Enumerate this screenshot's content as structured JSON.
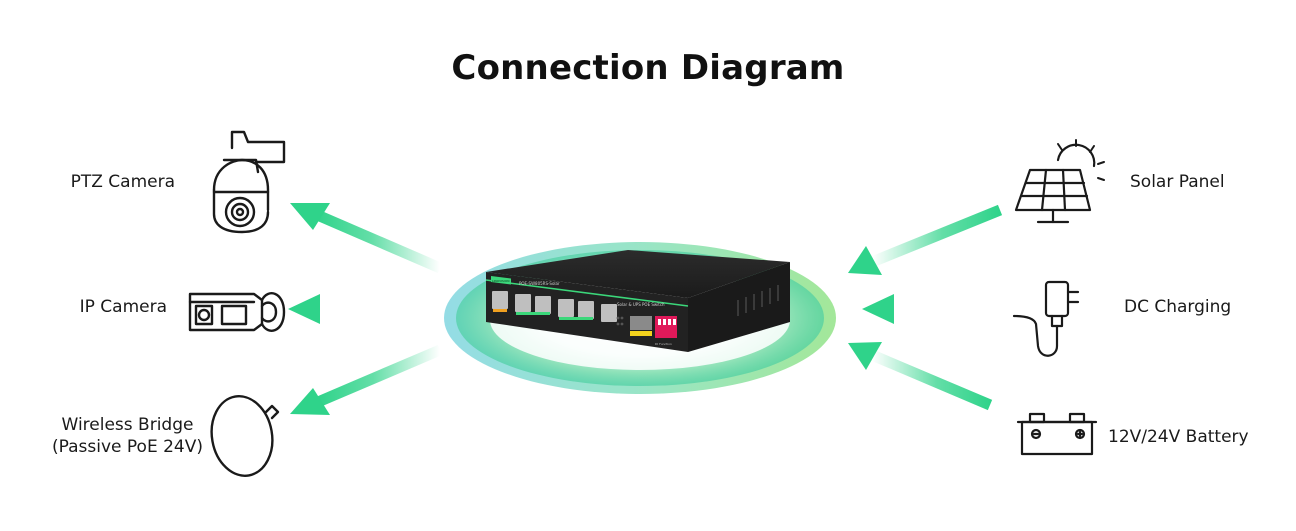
{
  "title": "Connection Diagram",
  "outputs": [
    {
      "label": "PTZ Camera",
      "icon": "ptz-camera-icon"
    },
    {
      "label": "IP Camera",
      "icon": "ip-camera-icon"
    },
    {
      "label_line1": "Wireless Bridge",
      "label_line2": "(Passive PoE 24V)",
      "icon": "wireless-bridge-icon"
    }
  ],
  "inputs": [
    {
      "label": "Solar Panel",
      "icon": "solar-panel-icon"
    },
    {
      "label": "DC Charging",
      "icon": "dc-adapter-icon"
    },
    {
      "label": "12V/24V Battery",
      "icon": "battery-icon"
    }
  ],
  "device": {
    "brand_tag": "LINOVISION",
    "model_text": "POE-SW805RS-Solar",
    "panel_title": "Solar & UPS POE Switch",
    "dip_label": "DI Function"
  },
  "colors": {
    "arrow": "#2fd38a",
    "halo_teal": "#47c6c6",
    "halo_green": "#3fcf6a",
    "device_body": "#1f1f1f",
    "port_accent": "#3bd77a",
    "dip_switch": "#e0195a"
  }
}
